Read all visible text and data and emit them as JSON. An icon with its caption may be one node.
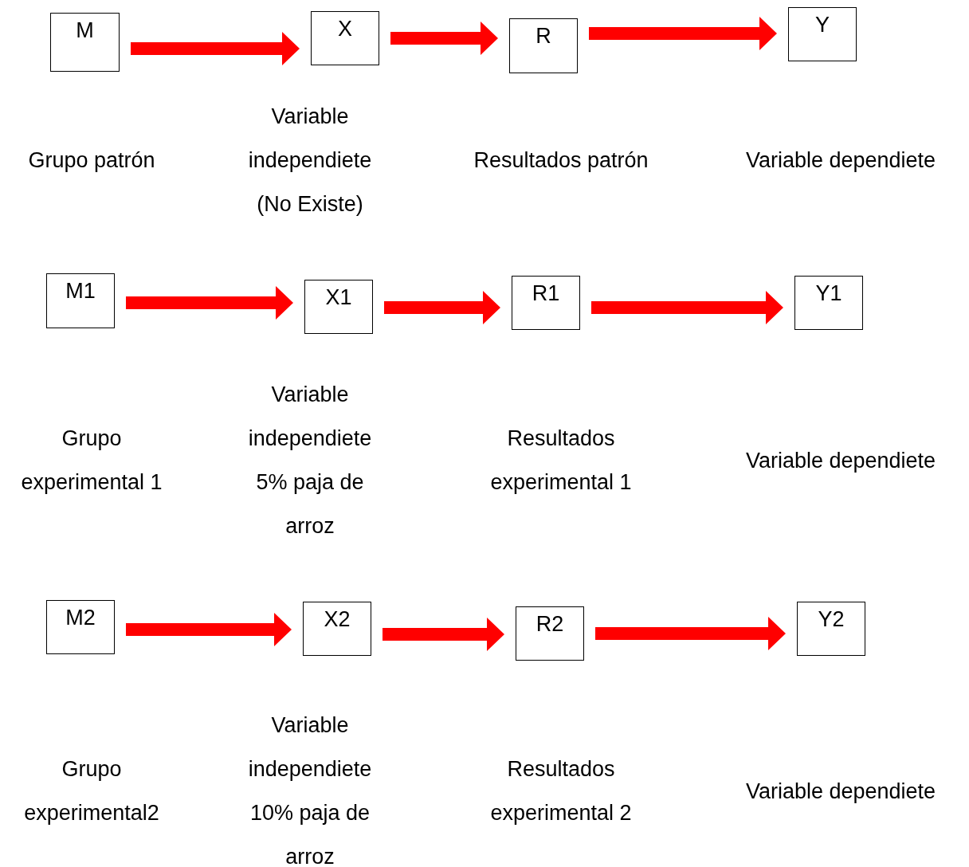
{
  "diagram": {
    "nodes": [
      {
        "text": [
          "M"
        ]
      },
      {
        "text": [
          "X"
        ]
      },
      {
        "text": [
          "R"
        ]
      },
      {
        "text": [
          "Y"
        ]
      },
      {
        "text": [
          "M1"
        ]
      },
      {
        "text": [
          "X1"
        ]
      },
      {
        "text": [
          "R1"
        ]
      },
      {
        "text": [
          "Y1"
        ]
      },
      {
        "text": [
          "M2"
        ]
      },
      {
        "text": [
          "X2"
        ]
      },
      {
        "text": [
          "R2"
        ]
      },
      {
        "text": [
          "Y2"
        ]
      }
    ],
    "edges": [
      {
        "from": 0,
        "to": 1,
        "arrow": "to"
      },
      {
        "from": 1,
        "to": 2,
        "arrow": "to"
      },
      {
        "from": 2,
        "to": 3,
        "arrow": "to"
      },
      {
        "from": 4,
        "to": 5,
        "arrow": "to"
      },
      {
        "from": 5,
        "to": 6,
        "arrow": "to"
      },
      {
        "from": 6,
        "to": 7,
        "arrow": "to"
      },
      {
        "from": 8,
        "to": 9,
        "arrow": "to"
      },
      {
        "from": 9,
        "to": 10,
        "arrow": "to"
      },
      {
        "from": 10,
        "to": 11,
        "arrow": "to"
      }
    ],
    "labels": [
      "Grupo patrón",
      "Variable independiete (No Existe)",
      "Resultados patrón",
      "Variable dependiete",
      "Grupo experimental 1",
      "Variable independiete 5% paja de arroz",
      "Resultados experimental 1",
      "Variable dependiete",
      "Grupo experimental2",
      "Variable independiete 10% paja de arroz",
      "Resultados experimental 2",
      "Variable dependiete"
    ]
  }
}
